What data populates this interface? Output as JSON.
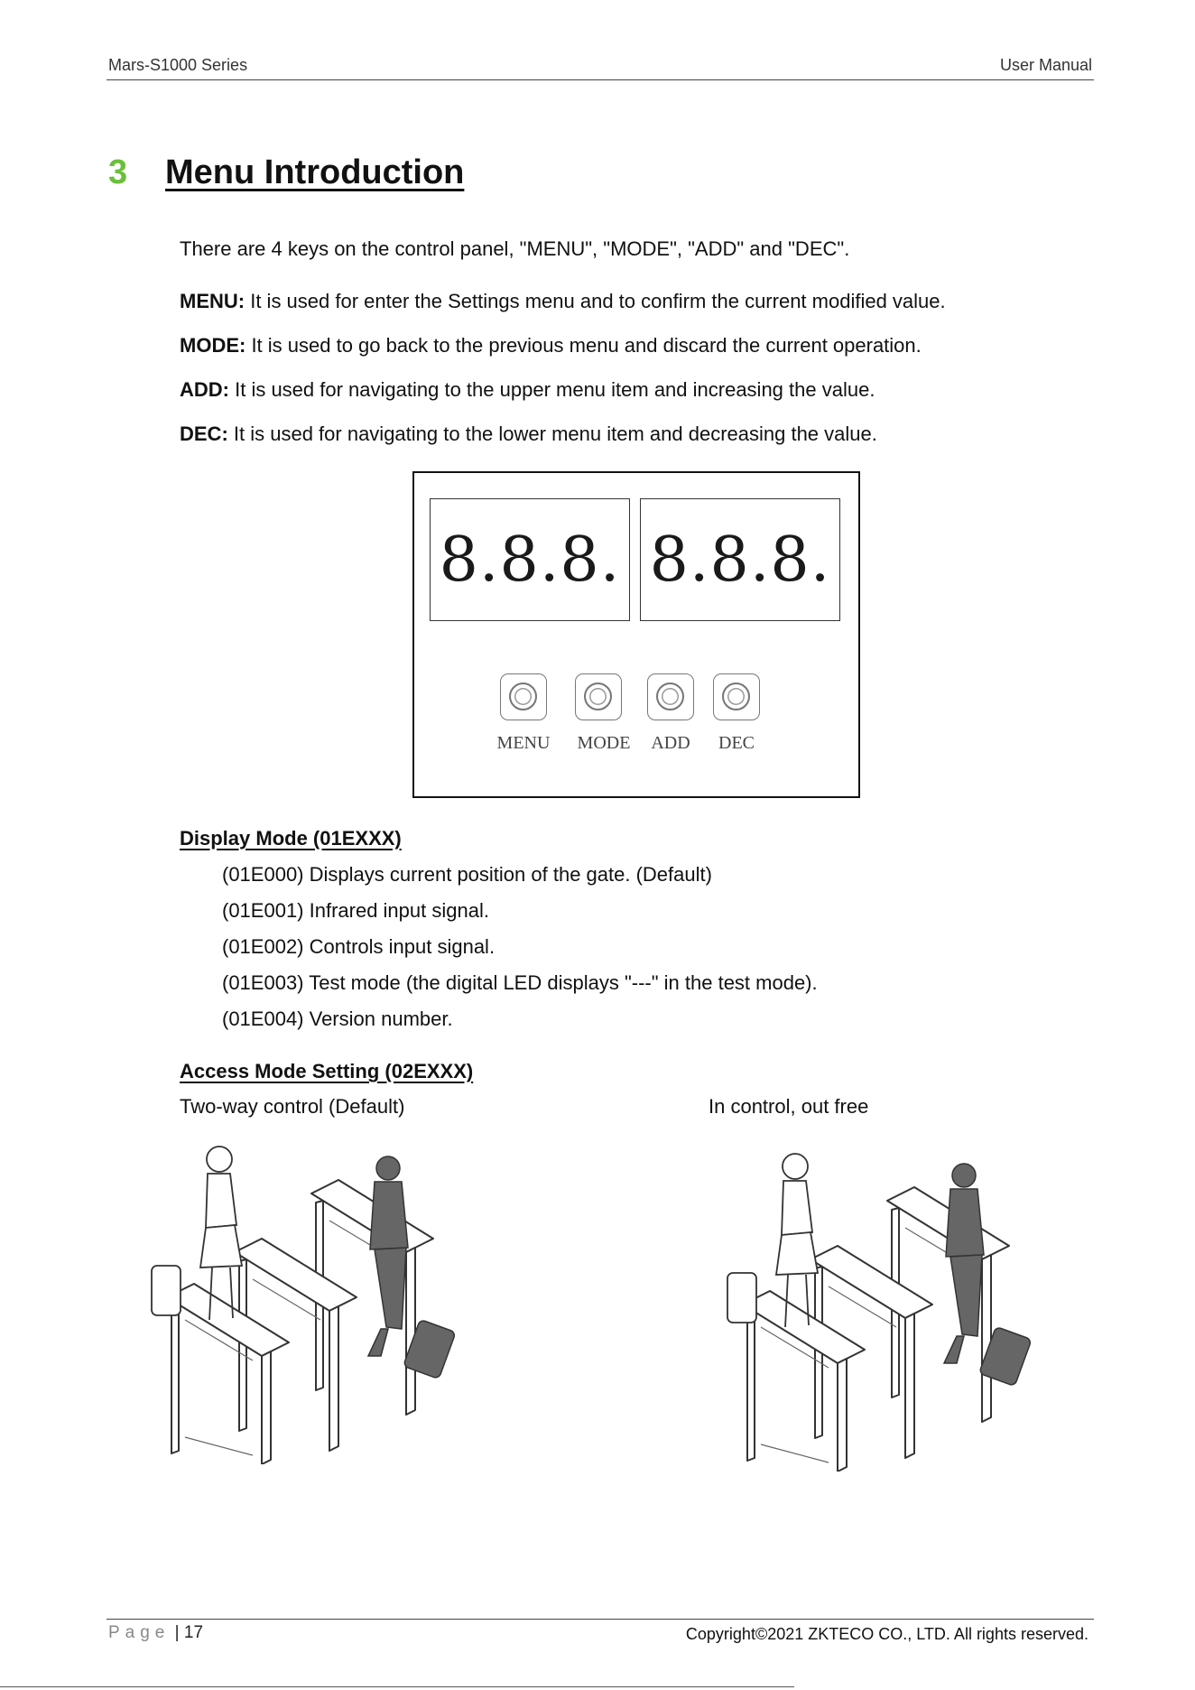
{
  "header": {
    "left": "Mars-S1000 Series",
    "right": "User Manual"
  },
  "section": {
    "number": "3",
    "title": "Menu Introduction"
  },
  "intro": "There are 4 keys on the control panel, \"MENU\", \"MODE\", \"ADD\" and \"DEC\".",
  "keys": [
    {
      "name": "MENU:",
      "desc": " It is used for enter the Settings menu and to confirm the current modified value."
    },
    {
      "name": "MODE:",
      "desc": " It is used to go back to the previous menu and discard the current operation."
    },
    {
      "name": "ADD:",
      "desc": " It is used for navigating to the upper menu item and increasing the value."
    },
    {
      "name": "DEC:",
      "desc": " It is used for navigating to the lower menu item and decreasing the value."
    }
  ],
  "panel": {
    "display_left": "8.8.8.",
    "display_right": "8.8.8.",
    "buttons": [
      "MENU",
      "MODE",
      "ADD",
      "DEC"
    ]
  },
  "display_mode": {
    "heading": "Display Mode (01EXXX)",
    "items": [
      "(01E000) Displays current position of the gate. (Default)",
      "(01E001) Infrared input signal.",
      "(01E002) Controls input signal.",
      "(01E003) Test mode (the digital LED displays \"---\" in the test mode).",
      "(01E004) Version number."
    ]
  },
  "access_mode": {
    "heading": "Access Mode Setting (02EXXX)",
    "left_caption": "Two-way control (Default)",
    "right_caption": "In control, out free"
  },
  "footer": {
    "page_label": "Page",
    "page_number": "| 17",
    "copyright": "Copyright©2021 ZKTECO CO., LTD.  All rights reserved."
  }
}
